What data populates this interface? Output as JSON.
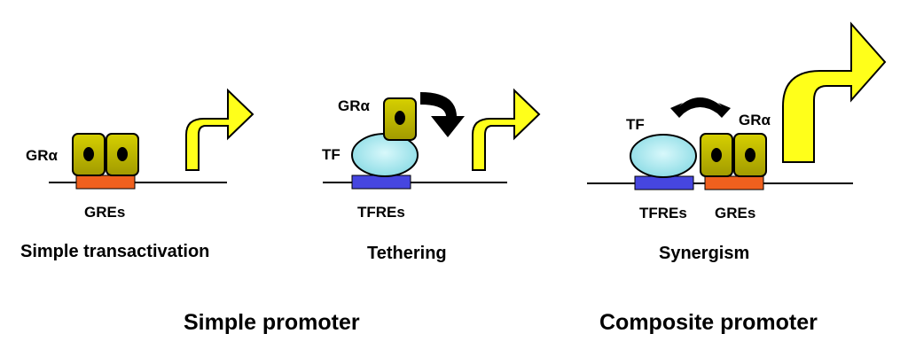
{
  "panels": {
    "simple": {
      "receptor_label": "GRα",
      "element_label": "GREs",
      "caption": "Simple transactivation"
    },
    "tethering": {
      "receptor_label": "GRα",
      "factor_label": "TF",
      "element_label": "TFREs",
      "caption": "Tethering"
    },
    "synergism": {
      "factor_label": "TF",
      "receptor_label": "GRα",
      "tf_element_label": "TFREs",
      "gr_element_label": "GREs",
      "caption": "Synergism"
    }
  },
  "footer": {
    "simple_promoter": "Simple promoter",
    "composite_promoter": "Composite promoter"
  },
  "colors": {
    "receptor": "#bdb600",
    "nucleus": "#000000",
    "tf": "#a8e6ee",
    "gre": "#f0601e",
    "tfre": "#4646e0",
    "arrow": "#ffff1a",
    "dna": "#000000"
  }
}
